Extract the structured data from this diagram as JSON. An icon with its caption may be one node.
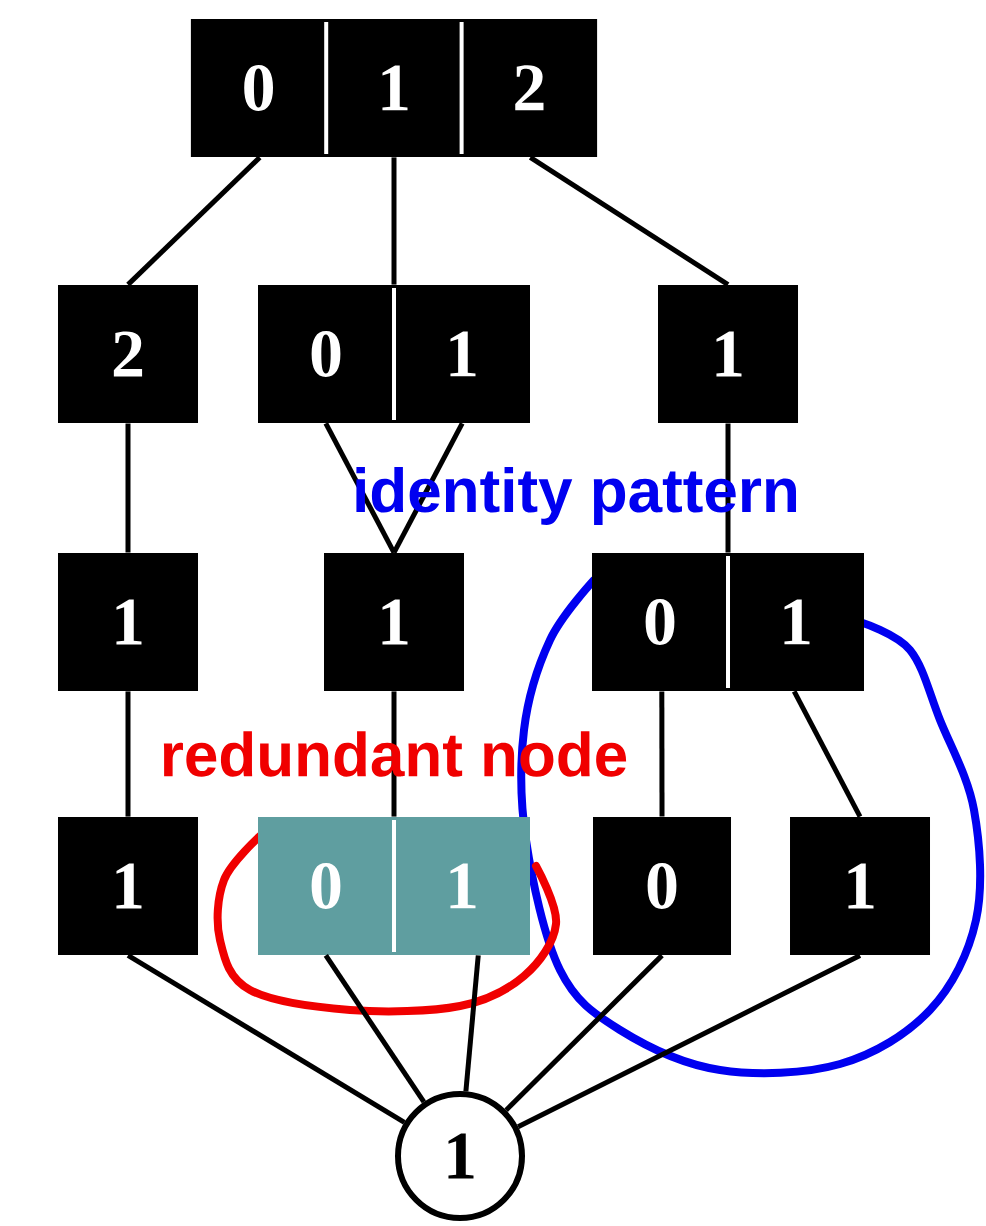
{
  "diagram": {
    "nodes": [
      {
        "text": [
          "0",
          "1",
          "2"
        ]
      },
      {
        "text": [
          "2"
        ]
      },
      {
        "text": [
          "0",
          "1"
        ]
      },
      {
        "text": [
          "1"
        ]
      },
      {
        "text": [
          "1"
        ]
      },
      {
        "text": [
          "1"
        ]
      },
      {
        "text": [
          "0",
          "1"
        ]
      },
      {
        "text": [
          "1"
        ]
      },
      {
        "text": [
          "0",
          "1"
        ]
      },
      {
        "text": [
          "0"
        ]
      },
      {
        "text": [
          "1"
        ]
      },
      {
        "text": [
          "1"
        ]
      }
    ],
    "edges": [
      {
        "from": 0,
        "to": 1,
        "arrow": "none"
      },
      {
        "from": 0,
        "to": 2,
        "arrow": "none"
      },
      {
        "from": 0,
        "to": 3,
        "arrow": "none"
      },
      {
        "from": 1,
        "to": 4,
        "arrow": "none"
      },
      {
        "from": 2,
        "to": 5,
        "arrow": "none"
      },
      {
        "from": 2,
        "to": 5,
        "arrow": "none"
      },
      {
        "from": 3,
        "to": 6,
        "arrow": "none"
      },
      {
        "from": 4,
        "to": 7,
        "arrow": "none"
      },
      {
        "from": 5,
        "to": 8,
        "arrow": "none"
      },
      {
        "from": 6,
        "to": 9,
        "arrow": "none"
      },
      {
        "from": 6,
        "to": 10,
        "arrow": "none"
      },
      {
        "from": 7,
        "to": 11,
        "arrow": "none"
      },
      {
        "from": 8,
        "to": 11,
        "arrow": "none"
      },
      {
        "from": 8,
        "to": 11,
        "arrow": "none"
      },
      {
        "from": 9,
        "to": 11,
        "arrow": "none"
      },
      {
        "from": 10,
        "to": 11,
        "arrow": "none"
      }
    ],
    "labels": [
      "identity pattern",
      "redundant node"
    ]
  }
}
